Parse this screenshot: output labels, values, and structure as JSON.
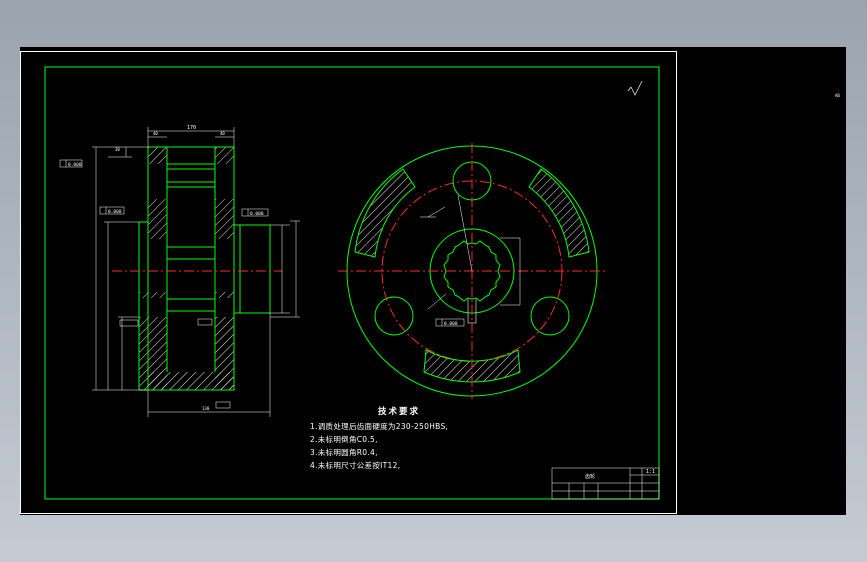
{
  "drawing": {
    "tech_requirements": {
      "title": "技术要求",
      "items": [
        "1.调质处理后齿面硬度为230-250HBS,",
        "2.未标明倒角C0.5,",
        "3.未标明圆角R0.4,",
        "4.未标明尺寸公差按IT12,"
      ]
    },
    "section_view": {
      "dimensions": {
        "top_width": "170",
        "top_left": "40",
        "top_right": "40",
        "left_small": "30",
        "bottom_width": "130"
      },
      "tolerance_frames": [
        "0.008",
        "0.008",
        "0.008"
      ]
    },
    "front_view": {
      "keyway_tolerance": "0.008"
    },
    "title_block": {
      "name": "齿轮",
      "scale": "1:1"
    }
  }
}
